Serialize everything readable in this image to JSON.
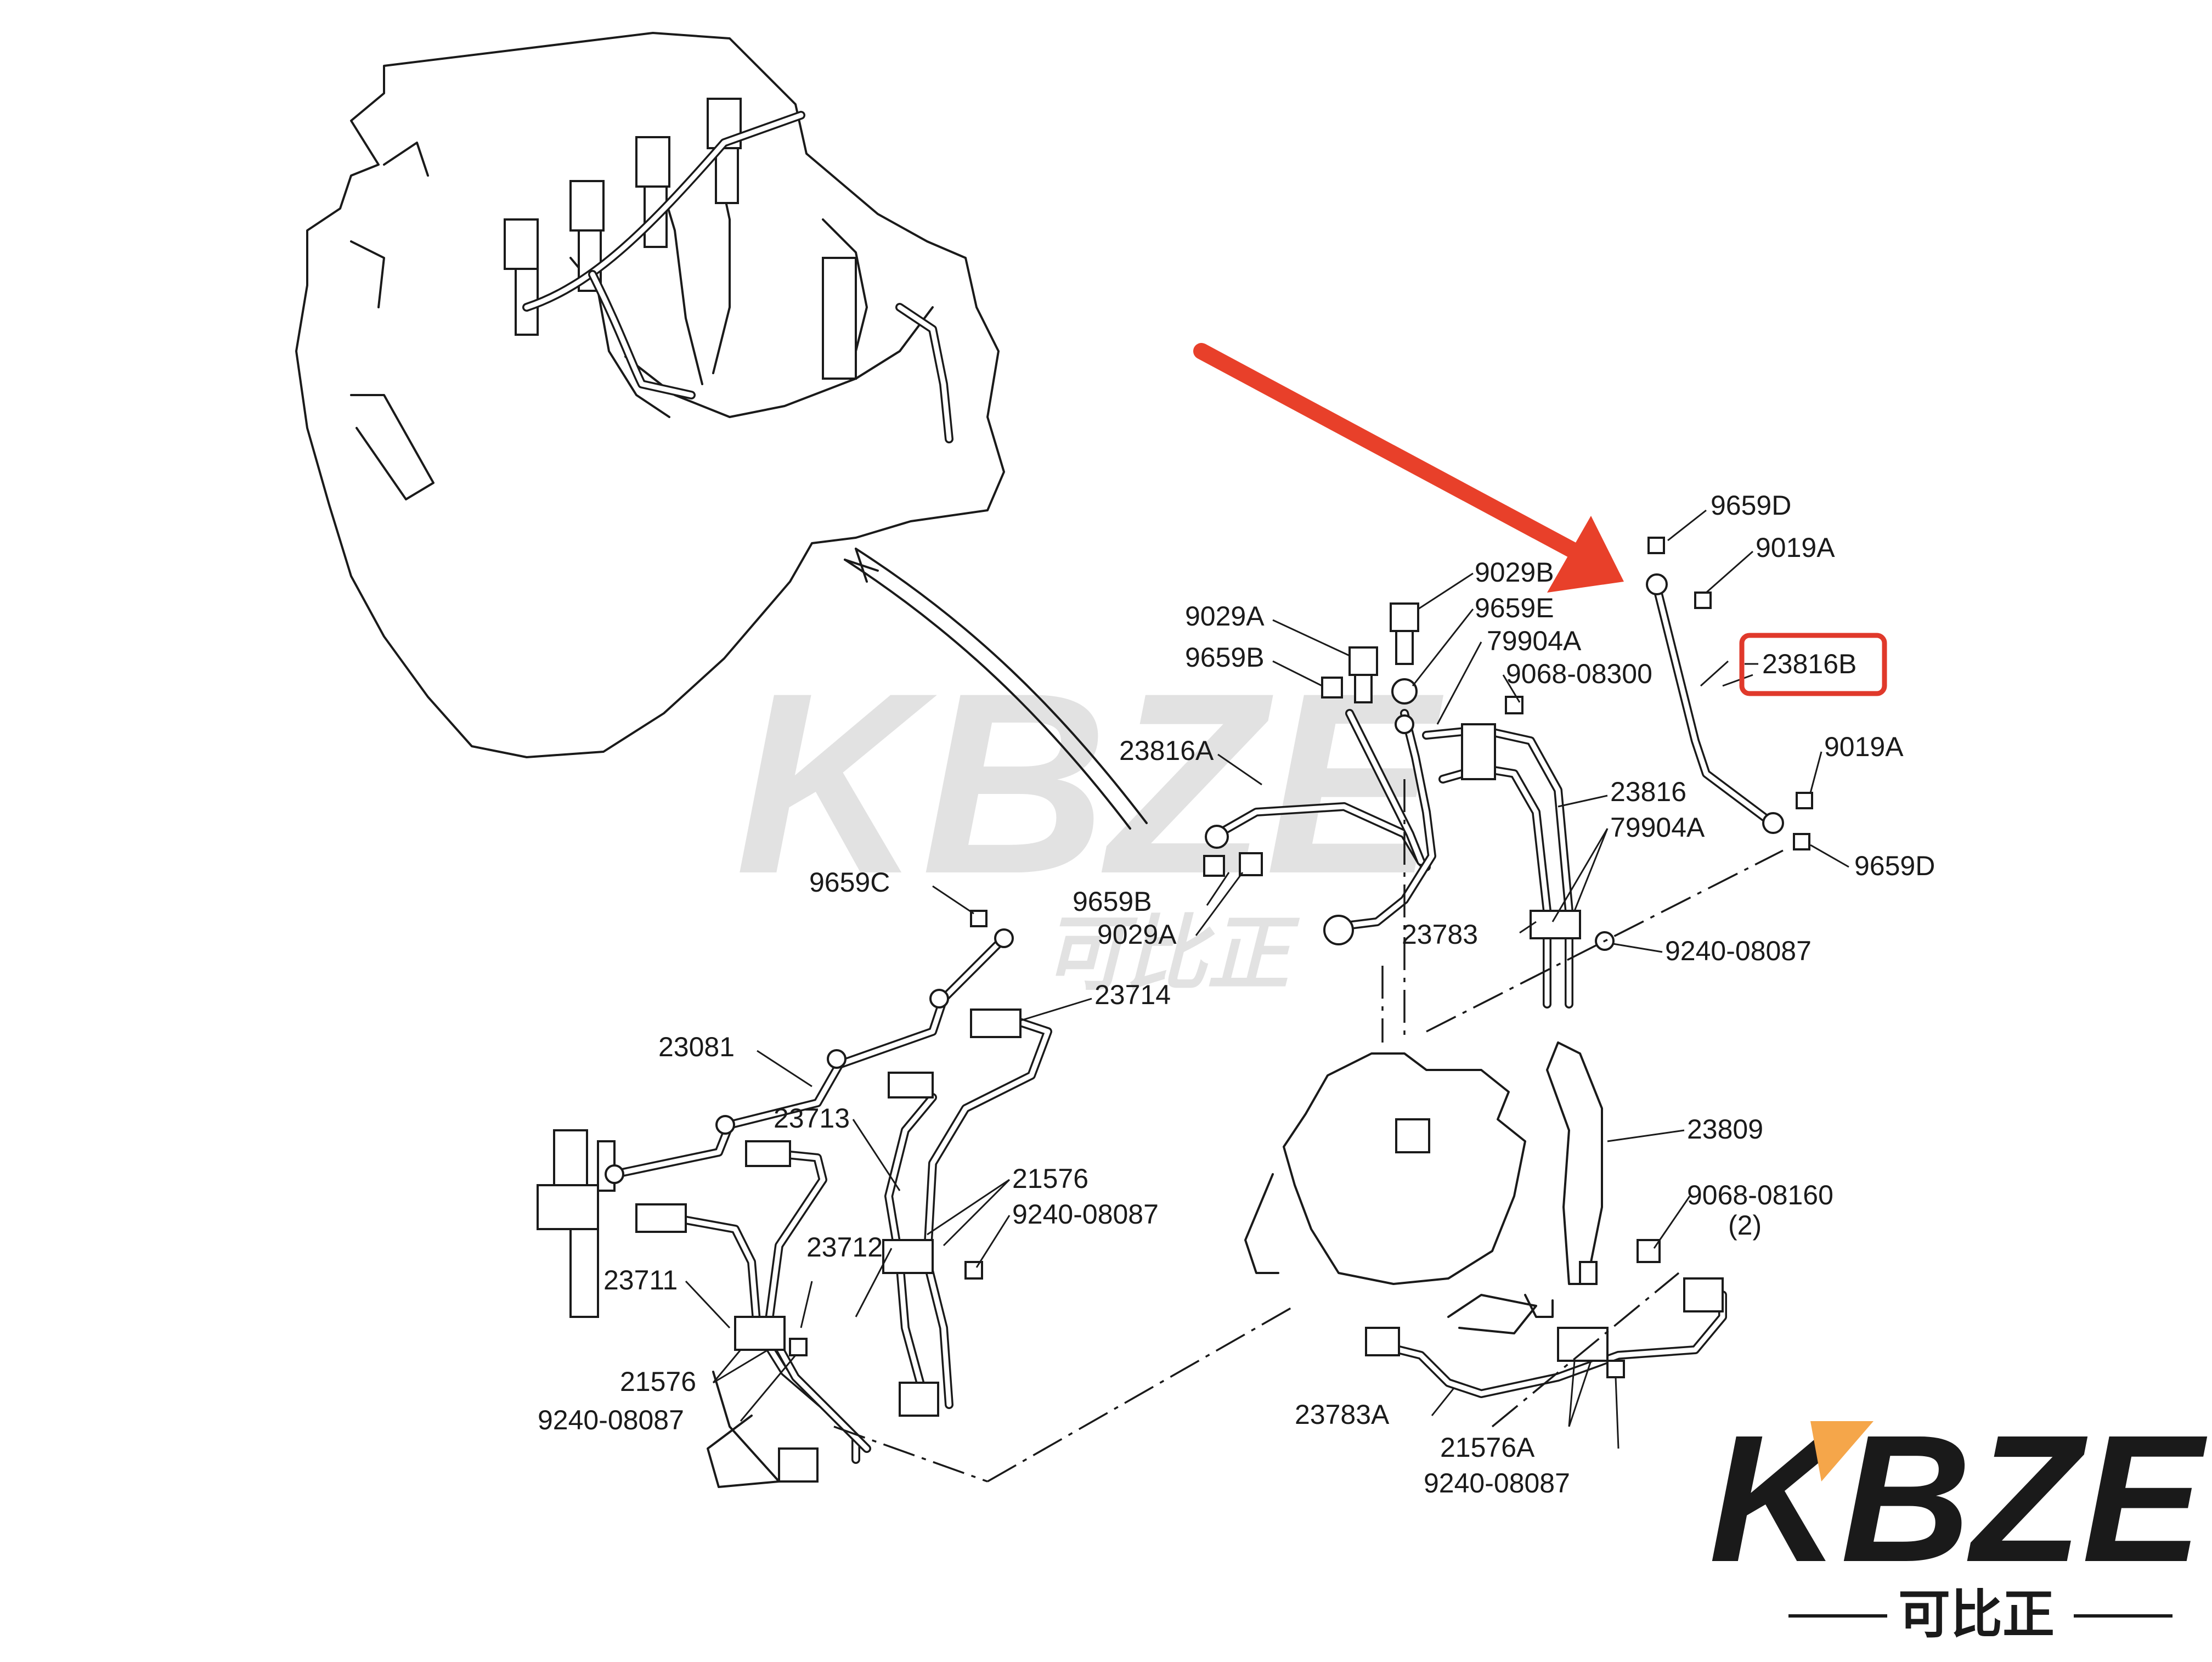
{
  "watermark": {
    "brand": "KBZE",
    "chinese": "可比正"
  },
  "logo": {
    "brand_k": "K",
    "brand_rest": "BZE",
    "chinese": "可比正",
    "accent_color": "#f5a64a",
    "dark_color": "#1a1a1a"
  },
  "arrow": {
    "color": "#e8402a"
  },
  "highlight": {
    "part": "23816B",
    "color": "#e0392b"
  },
  "parts": {
    "p9659D_top": "9659D",
    "p9019A_top": "9019A",
    "p9029B": "9029B",
    "p9659E": "9659E",
    "p79904A_top": "79904A",
    "p9068_08300": "9068-08300",
    "p9029A_top": "9029A",
    "p9659B_top": "9659B",
    "p23816B": "23816B",
    "p23816A": "23816A",
    "p9019A_bot": "9019A",
    "p9659D_bot": "9659D",
    "p23816": "23816",
    "p79904A_bot": "79904A",
    "p9659B_bot": "9659B",
    "p9029A_bot": "9029A",
    "p9659C": "9659C",
    "p23783": "23783",
    "p9240_08087_a": "9240-08087",
    "p23714": "23714",
    "p23081": "23081",
    "p23713": "23713",
    "p23809": "23809",
    "p21576_a": "21576",
    "p9240_08087_b": "9240-08087",
    "p9068_08160": "9068-08160",
    "p9068_qty": "(2)",
    "p23712": "23712",
    "p23711": "23711",
    "p21576_b": "21576",
    "p9240_08087_c": "9240-08087",
    "p23783A": "23783A",
    "p21576A": "21576A",
    "p9240_08087_d": "9240-08087"
  }
}
